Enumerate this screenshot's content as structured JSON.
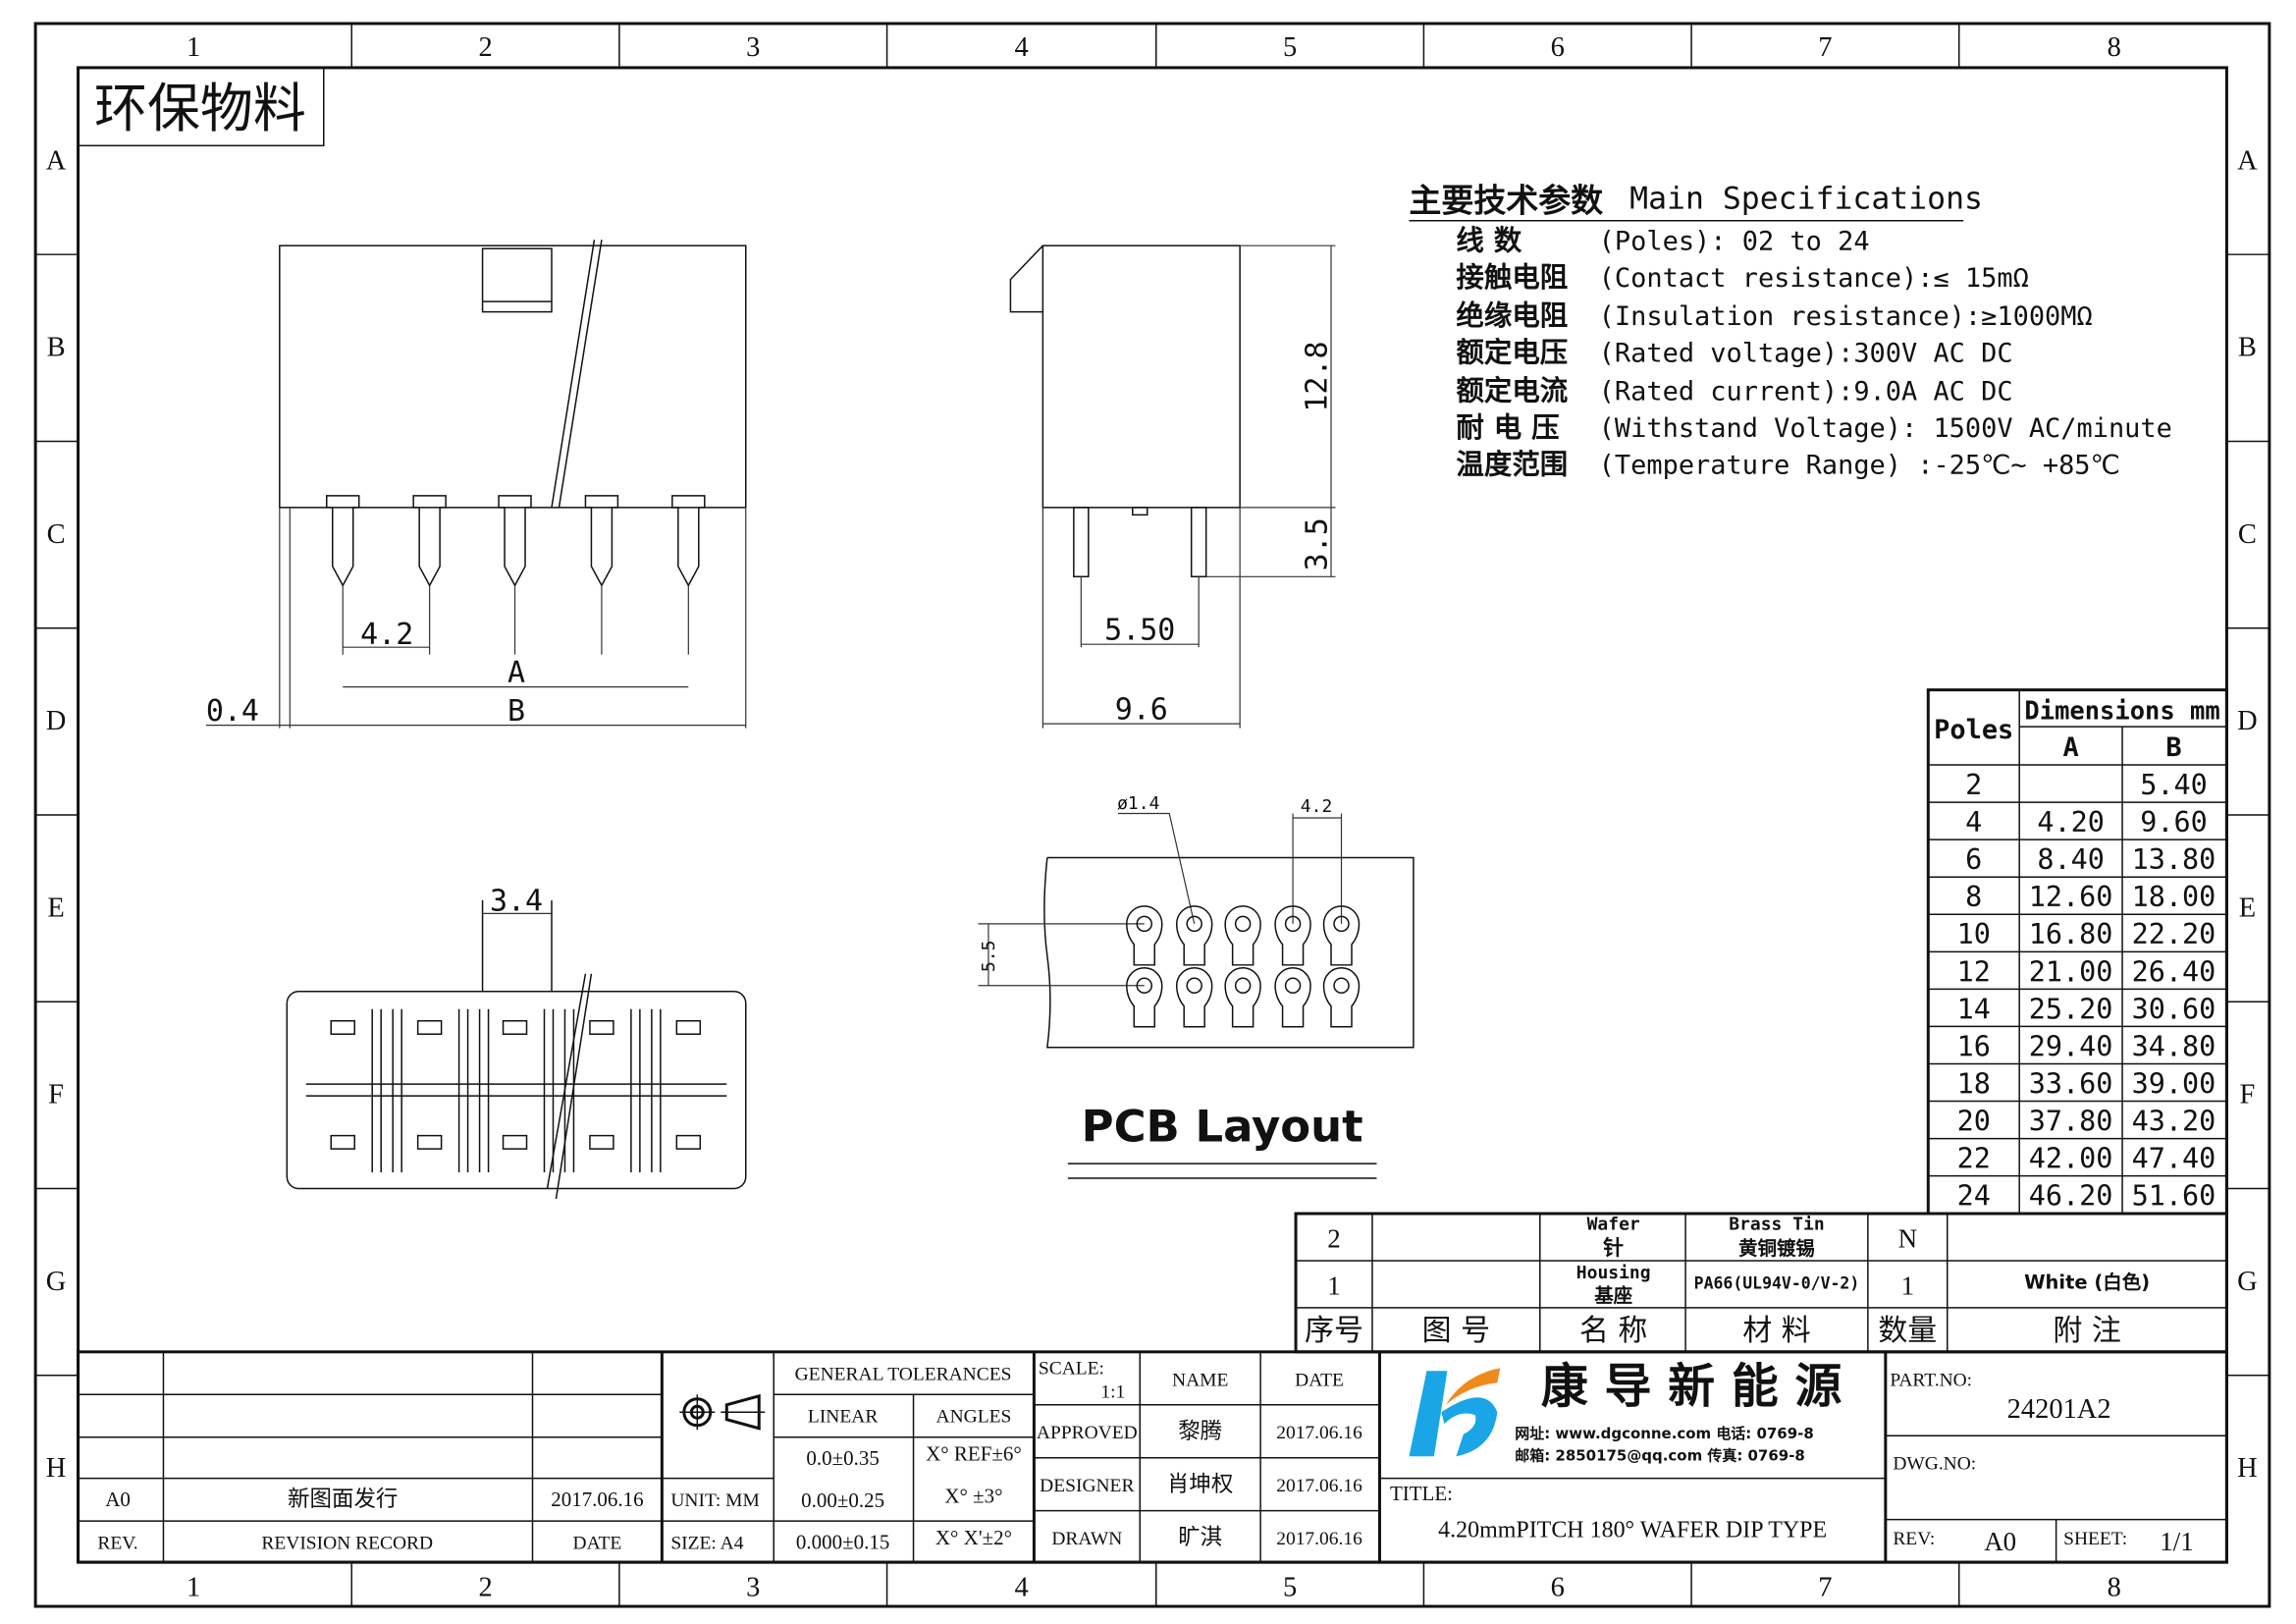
{
  "zones": {
    "columns": [
      "1",
      "2",
      "3",
      "4",
      "5",
      "6",
      "7",
      "8"
    ],
    "rows": [
      "A",
      "B",
      "C",
      "D",
      "E",
      "F",
      "G",
      "H"
    ]
  },
  "eco_label": "环保物料",
  "specs": {
    "title_cn": "主要技术参数",
    "title_en": "Main Specifications",
    "lines": [
      {
        "cn": "线    数",
        "en": "(Poles): 02 to 24"
      },
      {
        "cn": "接触电阻",
        "en": "(Contact resistance):≤ 15mΩ"
      },
      {
        "cn": "绝缘电阻",
        "en": "(Insulation resistance):≥1000MΩ"
      },
      {
        "cn": "额定电压",
        "en": "(Rated voltage):300V AC DC"
      },
      {
        "cn": "额定电流",
        "en": "(Rated current):9.0A AC DC"
      },
      {
        "cn": "耐 电 压",
        "en": "(Withstand Voltage): 1500V AC/minute"
      },
      {
        "cn": "温度范围",
        "en": "(Temperature Range) :-25℃~ +85℃"
      }
    ]
  },
  "dimensions": {
    "label_a": "4.2",
    "label_A": "A",
    "label_B": "B",
    "label_04": "0.4",
    "label_128": "12.8",
    "label_35": "3.5",
    "label_550": "5.50",
    "label_96": "9.6",
    "label_34": "3.4",
    "label_phi": "ø1.4",
    "label_pcb_pitch": "4.2",
    "label_pcb_row": "5.5"
  },
  "pcb_layout_label": "PCB Layout",
  "dim_table": {
    "poles_header": "Poles",
    "dims_header": "Dimensions mm",
    "col_a": "A",
    "col_b": "B",
    "rows": [
      [
        "2",
        "",
        "5.40"
      ],
      [
        "4",
        "4.20",
        "9.60"
      ],
      [
        "6",
        "8.40",
        "13.80"
      ],
      [
        "8",
        "12.60",
        "18.00"
      ],
      [
        "10",
        "16.80",
        "22.20"
      ],
      [
        "12",
        "21.00",
        "26.40"
      ],
      [
        "14",
        "25.20",
        "30.60"
      ],
      [
        "16",
        "29.40",
        "34.80"
      ],
      [
        "18",
        "33.60",
        "39.00"
      ],
      [
        "20",
        "37.80",
        "43.20"
      ],
      [
        "22",
        "42.00",
        "47.40"
      ],
      [
        "24",
        "46.20",
        "51.60"
      ]
    ]
  },
  "bom": {
    "rows": [
      {
        "no": "2",
        "drawing": "",
        "name_en": "Wafer",
        "name_cn": "针",
        "mat1": "Brass Tin",
        "mat2": "黄铜镀锡",
        "qty": "N",
        "note": ""
      },
      {
        "no": "1",
        "drawing": "",
        "name_en": "Housing",
        "name_cn": "基座",
        "mat1": "PA66(UL94V-0/V-2)",
        "mat2": "",
        "qty": "1",
        "note": "White (白色)"
      }
    ],
    "headers": [
      "序号",
      "图    号",
      "名 称",
      "材    料",
      "数量",
      "附    注"
    ]
  },
  "revision": {
    "rev": "A0",
    "record": "新图面发行",
    "date": "2017.06.16",
    "h_rev": "REV.",
    "h_record": "REVISION RECORD",
    "h_date": "DATE"
  },
  "tolerances": {
    "title": "GENERAL TOLERANCES",
    "linear": "LINEAR",
    "angles": "ANGLES",
    "rows": [
      [
        "0.0±0.35",
        "X° REF±6°"
      ],
      [
        "0.00±0.25",
        "X° ±3°"
      ],
      [
        "0.000±0.15",
        "X° X'±2°"
      ]
    ],
    "unit": "UNIT: MM",
    "size": "SIZE: A4"
  },
  "signoff": {
    "scale_label": "SCALE:",
    "scale": "1:1",
    "name_h": "NAME",
    "date_h": "DATE",
    "rows": [
      [
        "APPROVED",
        "黎腾",
        "2017.06.16"
      ],
      [
        "DESIGNER",
        "肖坤权",
        "2017.06.16"
      ],
      [
        "DRAWN",
        "旷淇",
        "2017.06.16"
      ]
    ]
  },
  "company": {
    "name": "康 导 新 能 源",
    "contact1": "网址: www.dgconne.com   电话: 0769-8",
    "contact2": "邮箱: 2850175@qq.com 传真: 0769-8",
    "logo_blue": "#1aa6e6",
    "logo_orange": "#f08a1c"
  },
  "title_block": {
    "title_label": "TITLE:",
    "title": "4.20mmPITCH 180° WAFER DIP TYPE",
    "part_label": "PART.NO:",
    "part_no": "24201A2",
    "dwg_label": "DWG.NO:",
    "rev_label": "REV:",
    "rev": "A0",
    "sheet_label": "SHEET:",
    "sheet": "1/1"
  }
}
